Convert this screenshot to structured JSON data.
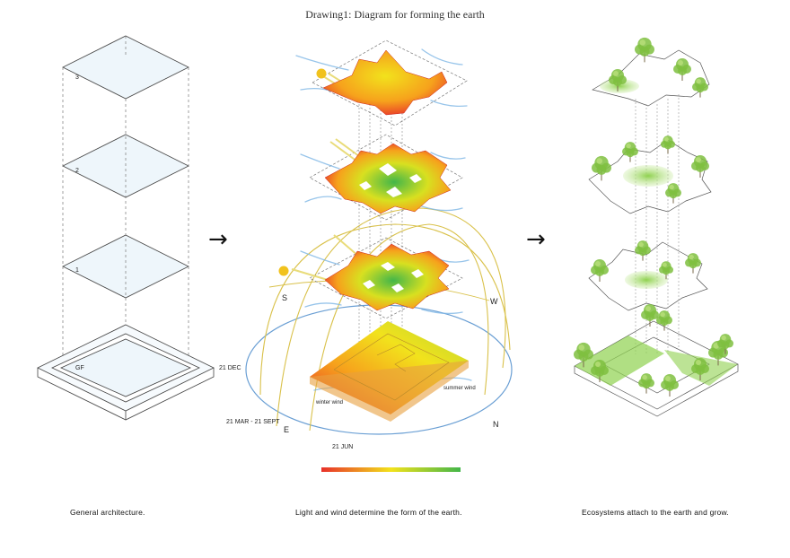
{
  "title": "Drawing1: Diagram for forming the earth",
  "panels": {
    "architecture": {
      "caption": "General architecture.",
      "floors": [
        "3",
        "2",
        "1",
        "GF"
      ]
    },
    "light_wind": {
      "caption": "Light and wind determine the form of the earth.",
      "directions": {
        "south": "S",
        "west": "W",
        "east": "E",
        "north": "N"
      },
      "dates": {
        "dec": "21 DEC",
        "equinox": "21 MAR - 21 SEPT",
        "jun": "21 JUN"
      },
      "winds": {
        "winter": "winter wind",
        "summer": "summer wind"
      },
      "gradient_colors": [
        "#e8302a",
        "#f2e21c",
        "#43b649"
      ]
    },
    "ecosystems": {
      "caption": "Ecosystems attach to the earth and grow."
    }
  },
  "arrows": [
    "→",
    "→"
  ]
}
